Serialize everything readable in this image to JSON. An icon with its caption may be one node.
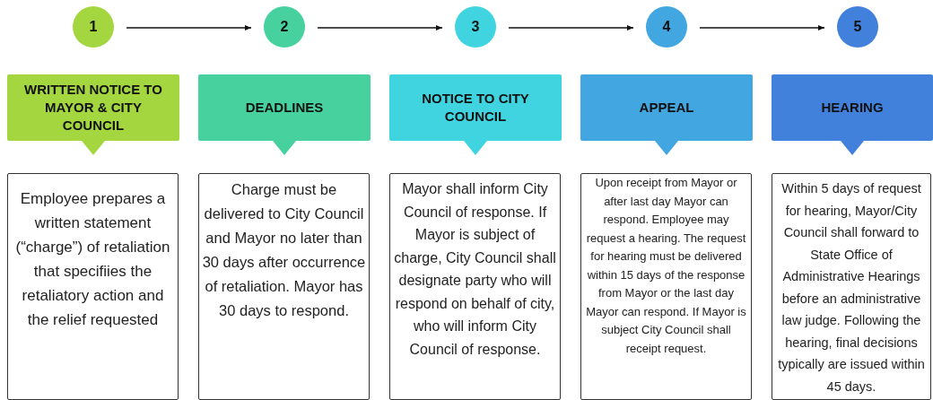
{
  "diagram": {
    "nodes": [
      {
        "text": [
          "1"
        ]
      },
      {
        "text": [
          "2"
        ]
      },
      {
        "text": [
          "3"
        ]
      },
      {
        "text": [
          "4"
        ]
      },
      {
        "text": [
          "5"
        ]
      },
      {
        "text": [
          "WRITTEN NOTICE TO MAYOR & CITY COUNCIL"
        ]
      },
      {
        "text": [
          "DEADLINES"
        ]
      },
      {
        "text": [
          "NOTICE TO CITY COUNCIL"
        ]
      },
      {
        "text": [
          "APPEAL"
        ]
      },
      {
        "text": [
          "HEARING"
        ]
      },
      {
        "text": [
          "Employee prepares a written statement (“charge”) of retaliation that specifiies the retaliatory action and the relief requested"
        ]
      },
      {
        "text": [
          "Charge must be delivered to City Council and Mayor no later than 30 days after occurrence of retaliation.  Mayor has 30 days to respond."
        ]
      },
      {
        "text": [
          "Mayor shall inform City Council of response.  If Mayor is subject of charge, City Council shall designate party who will respond on behalf of city, who will inform City Council of response."
        ]
      },
      {
        "text": [
          "Upon receipt from Mayor or after last day Mayor can respond.  Employee may request a hearing.  The request for hearing must be delivered within 15 days of the response from Mayor or the last day Mayor can respond.  If Mayor is subject City Council shall receipt request."
        ]
      },
      {
        "text": [
          "Within 5 days of request for hearing, Mayor/City Council shall forward to State Office of Administrative Hearings before an administrative law judge.  Following the hearing, final decisions typically are issued within 45 days."
        ]
      }
    ],
    "edges": [
      {
        "from": 0,
        "to": 1,
        "arrow": "to"
      },
      {
        "from": 1,
        "to": 2,
        "arrow": "to"
      },
      {
        "from": 2,
        "to": 3,
        "arrow": "to"
      },
      {
        "from": 3,
        "to": 4,
        "arrow": "to"
      }
    ]
  }
}
